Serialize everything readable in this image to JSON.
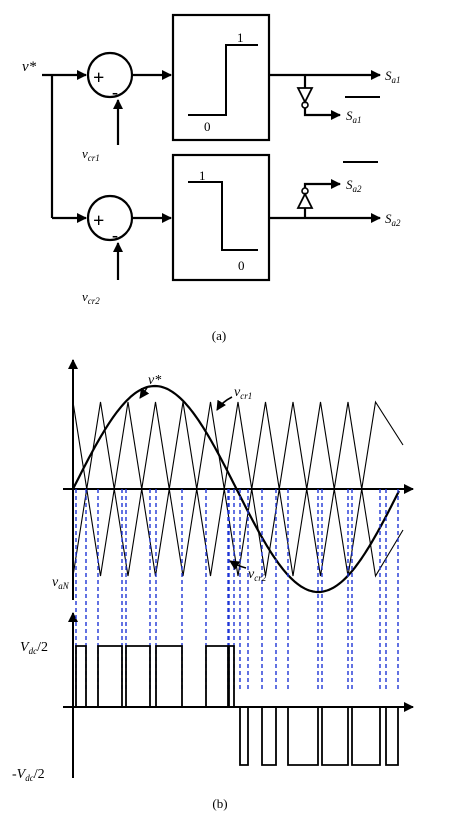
{
  "part_a": {
    "caption": "(a)",
    "input_ref": "v*",
    "carrier1": "v",
    "carrier1_sub": "cr1",
    "carrier2": "v",
    "carrier2_sub": "cr2",
    "sum_plus": "+",
    "sum_minus": "-",
    "block1_high": "1",
    "block1_low": "0",
    "block2_high": "1",
    "block2_low": "0",
    "out1": "S",
    "out1_sub": "a1",
    "out1_bar": "S",
    "out1_bar_sub": "a1",
    "out2_bar": "S",
    "out2_bar_sub": "a2",
    "out2": "S",
    "out2_sub": "a2"
  },
  "part_b": {
    "caption": "(b)",
    "ref_label": "v*",
    "carrier1": "v",
    "carrier1_sub": "cr1",
    "carrier2": "v",
    "carrier2_sub": "cr2",
    "vout": "v",
    "vout_sub": "aN",
    "pos_level": "V",
    "pos_level_sub": "dc",
    "pos_level_tail": "/2",
    "neg_level_pre": "-V",
    "neg_level_sub": "dc",
    "neg_level_tail": "/2"
  }
}
